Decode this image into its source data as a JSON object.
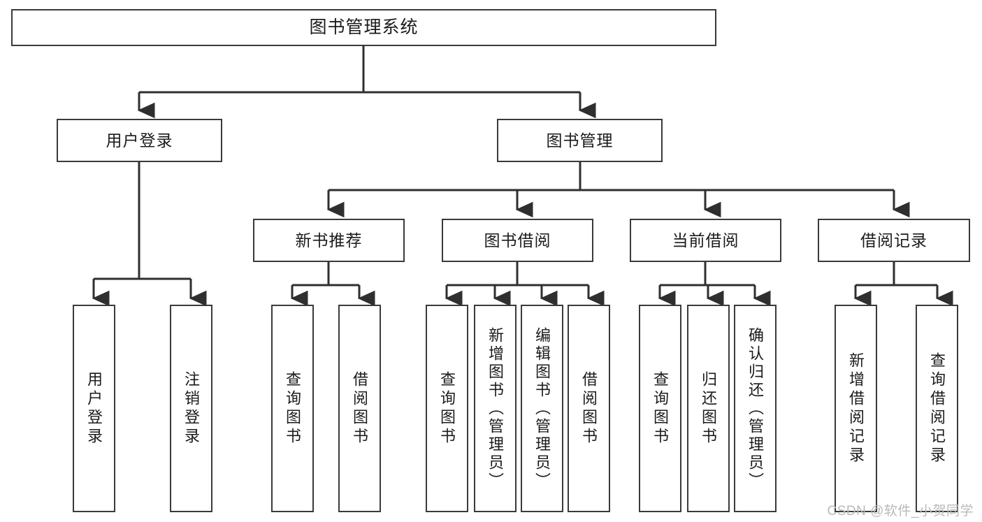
{
  "diagram": {
    "title": "图书管理系统",
    "type": "tree",
    "watermark": "CSDN @软件_小贺同学",
    "colors": {
      "box_border": "#3a3a3a",
      "box_fill": "#ffffff",
      "connector": "#2f2f2f",
      "text": "#1b1b1b",
      "watermark": "#b9b9b9",
      "background": "#ffffff"
    },
    "nodes": {
      "root": {
        "label": "图书管理系统"
      },
      "level2": [
        {
          "id": "user-login",
          "label": "用户登录"
        },
        {
          "id": "book-manage",
          "label": "图书管理"
        }
      ],
      "level3": [
        {
          "id": "new-book-recommend",
          "label": "新书推荐"
        },
        {
          "id": "book-borrow",
          "label": "图书借阅"
        },
        {
          "id": "current-borrow",
          "label": "当前借阅"
        },
        {
          "id": "borrow-record",
          "label": "借阅记录"
        }
      ],
      "leaves": [
        {
          "id": "leaf-user-login",
          "label": "用户登录",
          "parent": "user-login"
        },
        {
          "id": "leaf-user-logout",
          "label": "注销登录",
          "parent": "user-login"
        },
        {
          "id": "leaf-query-book-1",
          "label": "查询图书",
          "parent": "new-book-recommend"
        },
        {
          "id": "leaf-borrow-book-1",
          "label": "借阅图书",
          "parent": "new-book-recommend"
        },
        {
          "id": "leaf-query-book-2",
          "label": "查询图书",
          "parent": "book-borrow"
        },
        {
          "id": "leaf-add-book",
          "label": "新增图书（管理员）",
          "parent": "book-borrow"
        },
        {
          "id": "leaf-edit-book",
          "label": "编辑图书（管理员）",
          "parent": "book-borrow"
        },
        {
          "id": "leaf-borrow-book-2",
          "label": "借阅图书",
          "parent": "book-borrow"
        },
        {
          "id": "leaf-query-book-3",
          "label": "查询图书",
          "parent": "current-borrow"
        },
        {
          "id": "leaf-return-book",
          "label": "归还图书",
          "parent": "current-borrow"
        },
        {
          "id": "leaf-confirm-return",
          "label": "确认归还（管理员）",
          "parent": "current-borrow"
        },
        {
          "id": "leaf-add-record",
          "label": "新增借阅记录",
          "parent": "borrow-record"
        },
        {
          "id": "leaf-query-record",
          "label": "查询借阅记录",
          "parent": "borrow-record"
        }
      ]
    }
  }
}
